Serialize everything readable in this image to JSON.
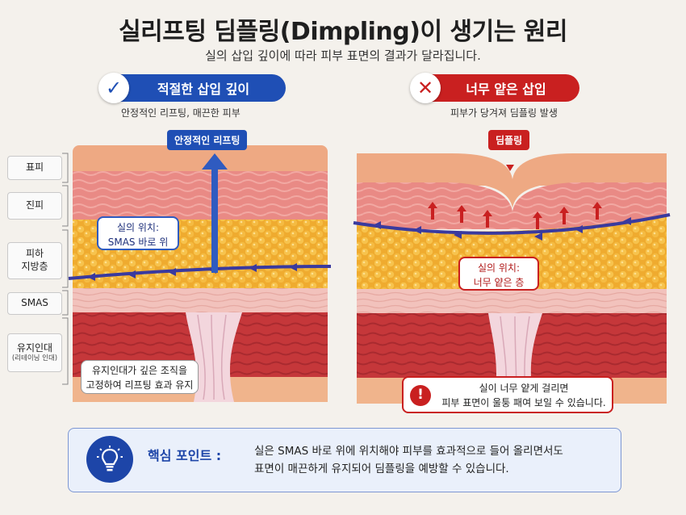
{
  "title": "실리프팅 딤플링(Dimpling)이 생기는 원리",
  "subtitle": "실의 삽입 깊이에 따라 피부 표면의 결과가 달라집니다.",
  "left_panel": {
    "header": "적절한 삽입 깊이",
    "sub": "안정적인 리프팅, 매끈한 피부",
    "tag": "안정적인 리프팅",
    "thread_callout": [
      "실의 위치:",
      "SMAS 바로 위"
    ],
    "ligament_callout": [
      "유지인대가 깊은 조직을",
      "고정하여 리프팅 효과 유지"
    ]
  },
  "right_panel": {
    "header": "너무 얕은 삽입",
    "sub": "피부가 당겨져 딤플링 발생",
    "tag": "딤플링",
    "thread_callout": [
      "실의 위치:",
      "너무 얕은 층"
    ],
    "warning_callout": [
      "실이 너무 얕게 걸리면",
      "피부 표면이 울퉁 패여 보일 수 있습니다."
    ]
  },
  "layer_labels": {
    "epidermis": "표피",
    "dermis": "진피",
    "subcutis": [
      "피하",
      "지방층"
    ],
    "smas": "SMAS",
    "ligament": "유지인대",
    "ligament_sub": "(리테이닝 인대)"
  },
  "key_point": {
    "label": "핵심 포인트 :",
    "lines": [
      "실은 SMAS 바로 위에 위치해야 피부를 효과적으로 들어 올리면서도",
      "표면이 매끈하게 유지되어 딤플링을 예방할 수 있습니다."
    ]
  },
  "colors": {
    "good": "#1f4fb5",
    "bad": "#c92020",
    "thread": "#3a3a9e",
    "epidermis": "#eea983",
    "dermis": "#e98b86",
    "fat": "#f2b33a",
    "smas": "#f3c6c0",
    "muscle": "#c8393a"
  }
}
